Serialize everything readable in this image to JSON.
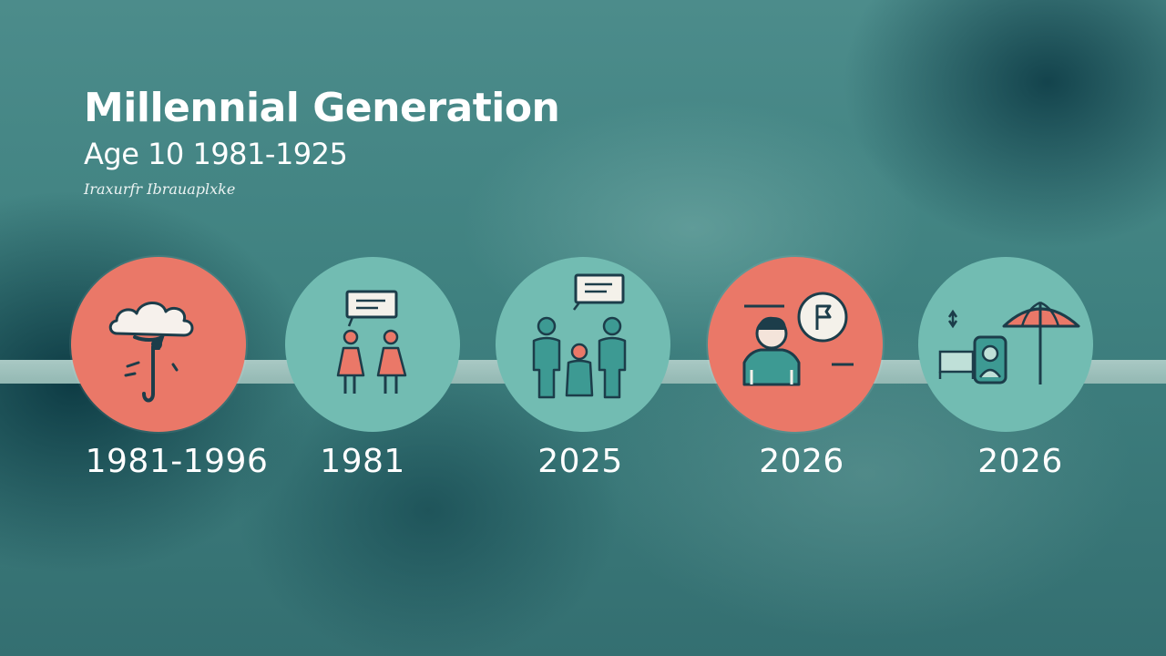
{
  "header": {
    "title": "Millennial Generation",
    "subtitle": "Age 10 1981-1925",
    "scribble": "Iraxurfr Ibrauaplxke"
  },
  "timeline": {
    "nodes": [
      {
        "label": "1981-1996",
        "icon": "cloud-person-icon",
        "color": "#ea7868"
      },
      {
        "label": "1981",
        "icon": "couple-speech-icon",
        "color": "#72bcb2"
      },
      {
        "label": "2025",
        "icon": "family-speech-icon",
        "color": "#72bcb2"
      },
      {
        "label": "2026",
        "icon": "person-flag-icon",
        "color": "#ea7868"
      },
      {
        "label": "2026",
        "icon": "beach-umbrella-icon",
        "color": "#72bcb2"
      }
    ]
  }
}
